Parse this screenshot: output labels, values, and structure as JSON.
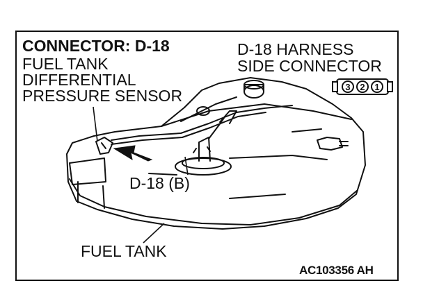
{
  "connector_title": "CONNECTOR: D-18",
  "sensor_label_lines": [
    "FUEL TANK",
    "DIFFERENTIAL",
    "PRESSURE SENSOR"
  ],
  "harness_label_lines": [
    "D-18 HARNESS",
    "SIDE CONNECTOR"
  ],
  "connector_pins": [
    "3",
    "2",
    "1"
  ],
  "location_callout": "D-18 (B)",
  "tank_callout": "FUEL TANK",
  "figure_code": "AC103356 AH"
}
